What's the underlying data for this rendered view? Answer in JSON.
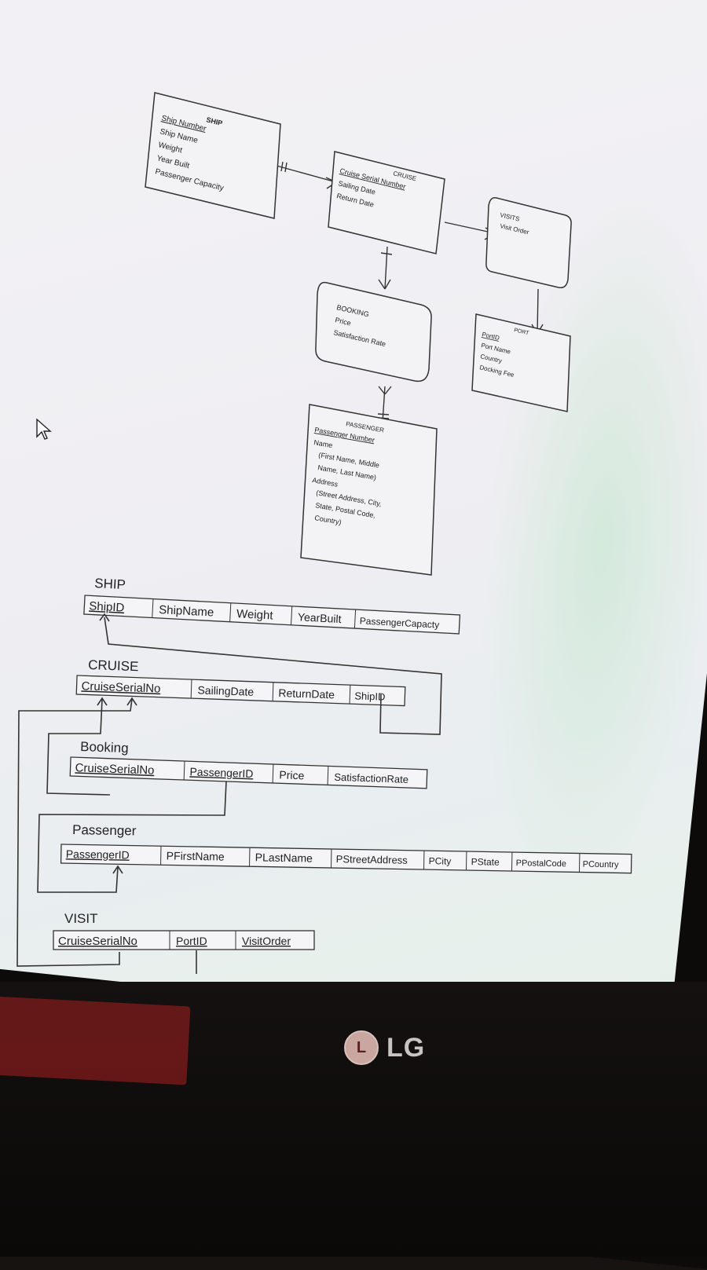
{
  "er": {
    "ship": {
      "title": "SHIP",
      "attrs": [
        "Ship Number",
        "Ship Name",
        "Weight",
        "Year Built",
        "Passenger Capacity"
      ]
    },
    "cruise": {
      "title": "CRUISE",
      "attrs": [
        "Cruise Serial Number",
        "Sailing Date",
        "Return Date"
      ]
    },
    "visits": {
      "title": "VISITS",
      "attrs": [
        "Visit Order"
      ]
    },
    "booking": {
      "title": "BOOKING",
      "attrs": [
        "Price",
        "Satisfaction Rate"
      ]
    },
    "port": {
      "title": "PORT",
      "attrs": [
        "PortID",
        "Port Name",
        "Country",
        "Docking Fee"
      ]
    },
    "passenger": {
      "title": "PASSENGER",
      "attrs": [
        "Passenger Number",
        "Name",
        "(First Name, Middle",
        "Name, Last Name)",
        "Address",
        "(Street Address, City,",
        "State, Postal Code,",
        "Country)"
      ]
    }
  },
  "relational": {
    "ship": {
      "title": "SHIP",
      "cols": [
        "ShipID",
        "ShipName",
        "Weight",
        "YearBuilt",
        "PassengerCapacty"
      ]
    },
    "cruise": {
      "title": "CRUISE",
      "cols": [
        "CruiseSerialNo",
        "SailingDate",
        "ReturnDate",
        "ShipID"
      ]
    },
    "booking": {
      "title": "Booking",
      "cols": [
        "CruiseSerialNo",
        "PassengerID",
        "Price",
        "SatisfactionRate"
      ]
    },
    "passenger": {
      "title": "Passenger",
      "cols": [
        "PassengerID",
        "PFirstName",
        "PLastName",
        "PStreetAddress",
        "PCity",
        "PState",
        "PPostalCode",
        "PCountry"
      ]
    },
    "visit": {
      "title": "VISIT",
      "cols": [
        "CruiseSerialNo",
        "PortID",
        "VisitOrder"
      ]
    }
  },
  "monitor": {
    "brand": "LG",
    "logo_letter": "L"
  },
  "colors": {
    "screen_top": "#5a86c9",
    "line": "#333333"
  }
}
